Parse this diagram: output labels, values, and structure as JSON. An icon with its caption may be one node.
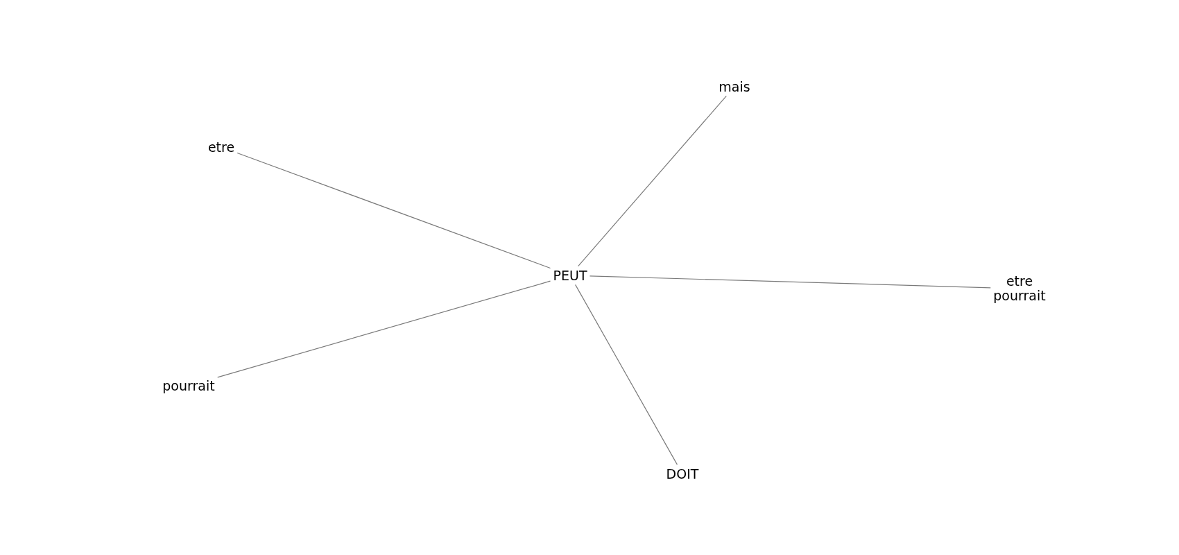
{
  "diagram": {
    "nodes": [
      {
        "text": [
          "mais"
        ]
      },
      {
        "text": [
          "etre"
        ]
      },
      {
        "text": [
          "PEUT"
        ]
      },
      {
        "text": [
          "etre pourrait"
        ]
      },
      {
        "text": [
          "pourrait"
        ]
      },
      {
        "text": [
          "DOIT"
        ]
      }
    ],
    "edges": [
      {
        "from": 2,
        "to": 0,
        "arrow": "none"
      },
      {
        "from": 2,
        "to": 1,
        "arrow": "none"
      },
      {
        "from": 2,
        "to": 3,
        "arrow": "none"
      },
      {
        "from": 2,
        "to": 4,
        "arrow": "none"
      },
      {
        "from": 2,
        "to": 5,
        "arrow": "none"
      }
    ]
  }
}
